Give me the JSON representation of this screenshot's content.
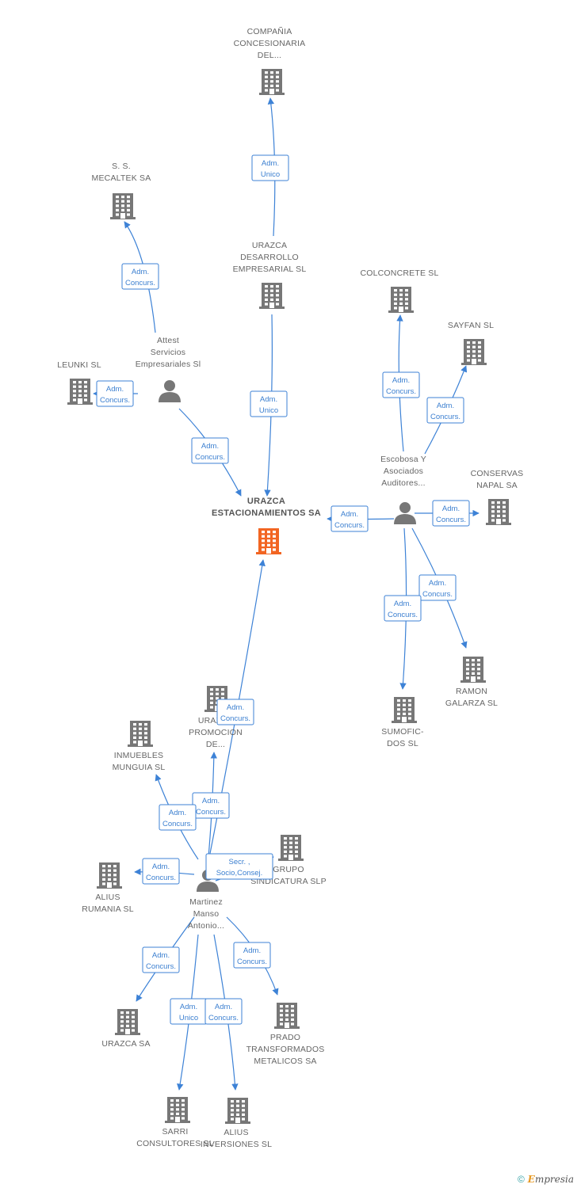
{
  "colors": {
    "edge": "#3d82d6",
    "node": "#777777",
    "main_node": "#f26522"
  },
  "nodes": [
    {
      "id": "main",
      "type": "company",
      "main": true,
      "lines": [
        "URAZCA",
        "ESTACIONAMIENTOS SA"
      ]
    },
    {
      "id": "compania",
      "type": "company",
      "lines": [
        "COMPAÑIA",
        "CONCESIONARIA",
        "DEL..."
      ]
    },
    {
      "id": "desarrollo",
      "type": "company",
      "lines": [
        "URAZCA",
        "DESARROLLO",
        "EMPRESARIAL SL"
      ]
    },
    {
      "id": "mecaltek",
      "type": "company",
      "lines": [
        "S. S.",
        "MECALTEK SA"
      ]
    },
    {
      "id": "attest",
      "type": "person",
      "lines": [
        "Attest",
        "Servicios",
        "Empresariales Sl"
      ]
    },
    {
      "id": "leunki",
      "type": "company",
      "lines": [
        "LEUNKI SL"
      ]
    },
    {
      "id": "colconcrete",
      "type": "company",
      "lines": [
        "COLCONCRETE SL"
      ]
    },
    {
      "id": "sayfan",
      "type": "company",
      "lines": [
        "SAYFAN SL"
      ]
    },
    {
      "id": "escobosa",
      "type": "person",
      "lines": [
        "Escobosa Y",
        "Asociados",
        "Auditores..."
      ]
    },
    {
      "id": "conservas",
      "type": "company",
      "lines": [
        "CONSERVAS",
        "NAPAL SA"
      ]
    },
    {
      "id": "ramon",
      "type": "company",
      "lines": [
        "RAMON",
        "GALARZA SL"
      ]
    },
    {
      "id": "sumofic",
      "type": "company",
      "lines": [
        "SUMOFIC-",
        "DOS SL"
      ]
    },
    {
      "id": "promocion",
      "type": "company",
      "lines": [
        "URAZCA",
        "PROMOCION",
        "DE..."
      ]
    },
    {
      "id": "inmuebles",
      "type": "company",
      "lines": [
        "INMUEBLES",
        "MUNGUIA SL"
      ]
    },
    {
      "id": "grupo",
      "type": "company",
      "lines": [
        "GRUPO",
        "SINDICATURA SLP"
      ]
    },
    {
      "id": "rumania",
      "type": "company",
      "lines": [
        "ALIUS",
        "RUMANIA SL"
      ]
    },
    {
      "id": "martinez",
      "type": "person",
      "lines": [
        "Martinez",
        "Manso",
        "Antonio..."
      ]
    },
    {
      "id": "urazcasa",
      "type": "company",
      "lines": [
        "URAZCA SA"
      ]
    },
    {
      "id": "prado",
      "type": "company",
      "lines": [
        "PRADO",
        "TRANSFORMADOS",
        "METALICOS SA"
      ]
    },
    {
      "id": "sarri",
      "type": "company",
      "lines": [
        "SARRI",
        "CONSULTORES SL"
      ]
    },
    {
      "id": "inversiones",
      "type": "company",
      "lines": [
        "ALIUS",
        "INVERSIONES SL"
      ]
    }
  ],
  "relations": [
    {
      "from": "desarrollo",
      "to": "compania",
      "label": [
        "Adm.",
        "Unico"
      ]
    },
    {
      "from": "desarrollo",
      "to": "main",
      "label": [
        "Adm.",
        "Unico"
      ]
    },
    {
      "from": "attest",
      "to": "mecaltek",
      "label": [
        "Adm.",
        "Concurs."
      ]
    },
    {
      "from": "attest",
      "to": "main",
      "label": [
        "Adm.",
        "Concurs."
      ]
    },
    {
      "from": "attest",
      "to": "leunki",
      "label": [
        "Adm.",
        "Concurs."
      ]
    },
    {
      "from": "escobosa",
      "to": "colconcrete",
      "label": [
        "Adm.",
        "Concurs."
      ]
    },
    {
      "from": "escobosa",
      "to": "sayfan",
      "label": [
        "Adm.",
        "Concurs."
      ]
    },
    {
      "from": "escobosa",
      "to": "main",
      "label": [
        "Adm.",
        "Concurs."
      ]
    },
    {
      "from": "escobosa",
      "to": "conservas",
      "label": [
        "Adm.",
        "Concurs."
      ]
    },
    {
      "from": "escobosa",
      "to": "ramon",
      "label": [
        "Adm.",
        "Concurs."
      ]
    },
    {
      "from": "escobosa",
      "to": "sumofic",
      "label": [
        "Adm.",
        "Concurs."
      ]
    },
    {
      "from": "martinez",
      "to": "main",
      "label": [
        "Adm.",
        "Concurs."
      ]
    },
    {
      "from": "martinez",
      "to": "promocion",
      "label": [
        "Adm.",
        "Concurs."
      ]
    },
    {
      "from": "martinez",
      "to": "inmuebles",
      "label": [
        "Adm.",
        "Concurs."
      ]
    },
    {
      "from": "martinez",
      "to": "grupo",
      "label": [
        "Secr. ,",
        "Socio,Consej."
      ]
    },
    {
      "from": "martinez",
      "to": "rumania",
      "label": [
        "Adm.",
        "Concurs."
      ]
    },
    {
      "from": "martinez",
      "to": "urazcasa",
      "label": [
        "Adm.",
        "Concurs."
      ]
    },
    {
      "from": "martinez",
      "to": "prado",
      "label": [
        "Adm.",
        "Concurs."
      ]
    },
    {
      "from": "martinez",
      "to": "sarri",
      "label": [
        "Adm.",
        "Unico"
      ]
    },
    {
      "from": "martinez",
      "to": "inversiones",
      "label": [
        "Adm.",
        "Concurs."
      ]
    }
  ],
  "watermark": {
    "symbol": "©",
    "brand_first": "E",
    "brand_rest": "mpresia"
  }
}
